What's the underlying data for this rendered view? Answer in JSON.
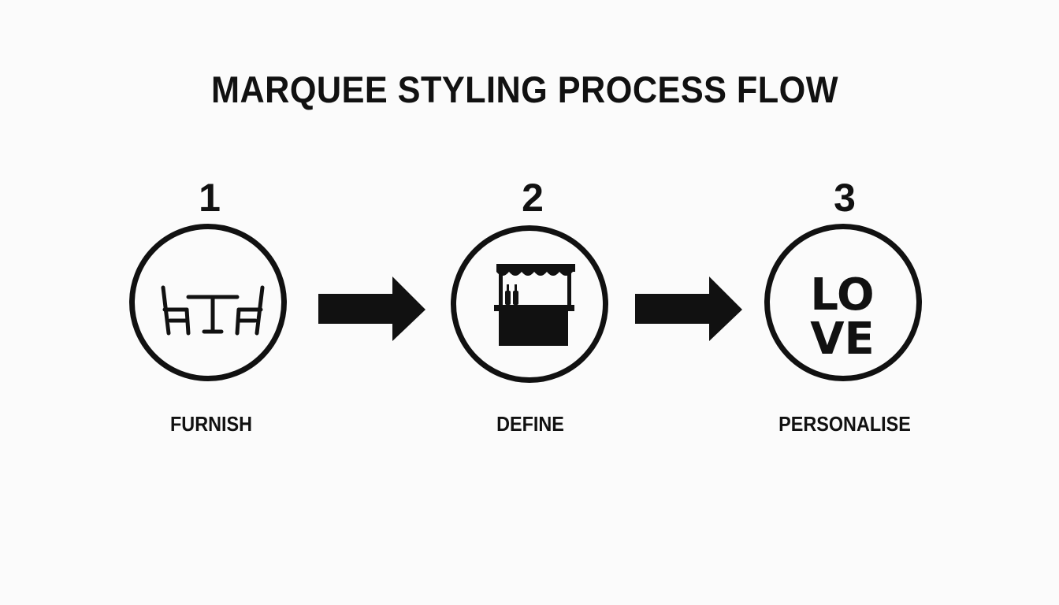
{
  "title": "MARQUEE STYLING PROCESS FLOW",
  "colors": {
    "ink": "#111111",
    "background": "#fbfbfb"
  },
  "steps": [
    {
      "number": "1",
      "label": "FURNISH",
      "icon": "table-chairs-icon"
    },
    {
      "number": "2",
      "label": "DEFINE",
      "icon": "bar-stall-icon"
    },
    {
      "number": "3",
      "label": "PERSONALISE",
      "icon": "love-sign-icon",
      "icon_text": [
        "LO",
        "VE"
      ]
    }
  ],
  "connectors": [
    "arrow-right-icon",
    "arrow-right-icon"
  ]
}
